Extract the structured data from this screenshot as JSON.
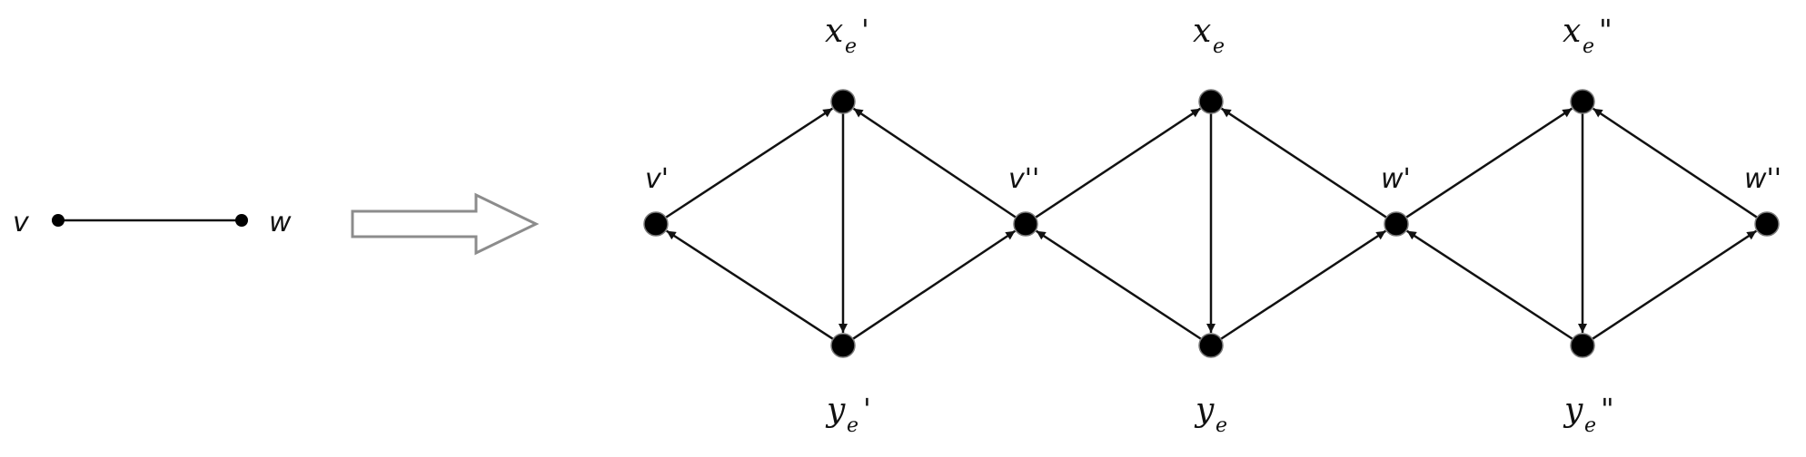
{
  "left_graph": {
    "nodes": [
      {
        "id": "v",
        "label": "v"
      },
      {
        "id": "w",
        "label": "w"
      }
    ],
    "edges": [
      {
        "from": "v",
        "to": "w",
        "directed": false
      }
    ]
  },
  "transform_arrow": {
    "icon": "hollow-right-arrow-icon",
    "color": "#8c8c8c"
  },
  "right_graph": {
    "nodes": [
      {
        "id": "vp",
        "label": "v'"
      },
      {
        "id": "vpp",
        "label": "v''"
      },
      {
        "id": "wp",
        "label": "w'"
      },
      {
        "id": "wpp",
        "label": "w''"
      },
      {
        "id": "xe1",
        "label_base": "x",
        "label_sub": "e",
        "label_prime": "'"
      },
      {
        "id": "ye1",
        "label_base": "y",
        "label_sub": "e",
        "label_prime": "'"
      },
      {
        "id": "xe",
        "label_base": "x",
        "label_sub": "e",
        "label_prime": ""
      },
      {
        "id": "ye",
        "label_base": "y",
        "label_sub": "e",
        "label_prime": ""
      },
      {
        "id": "xe2",
        "label_base": "x",
        "label_sub": "e",
        "label_prime": "\""
      },
      {
        "id": "ye2",
        "label_base": "y",
        "label_sub": "e",
        "label_prime": "\""
      }
    ],
    "edges": [
      {
        "from": "vp",
        "to": "xe1"
      },
      {
        "from": "vpp",
        "to": "xe1"
      },
      {
        "from": "xe1",
        "to": "ye1"
      },
      {
        "from": "ye1",
        "to": "vp"
      },
      {
        "from": "ye1",
        "to": "vpp"
      },
      {
        "from": "vpp",
        "to": "xe"
      },
      {
        "from": "wp",
        "to": "xe"
      },
      {
        "from": "xe",
        "to": "ye"
      },
      {
        "from": "ye",
        "to": "vpp"
      },
      {
        "from": "ye",
        "to": "wp"
      },
      {
        "from": "wp",
        "to": "xe2"
      },
      {
        "from": "wpp",
        "to": "xe2"
      },
      {
        "from": "xe2",
        "to": "ye2"
      },
      {
        "from": "ye2",
        "to": "wp"
      },
      {
        "from": "ye2",
        "to": "wpp"
      }
    ]
  },
  "colors": {
    "node": "#000000",
    "edge": "#111111",
    "arrow_outline": "#8c8c8c"
  }
}
